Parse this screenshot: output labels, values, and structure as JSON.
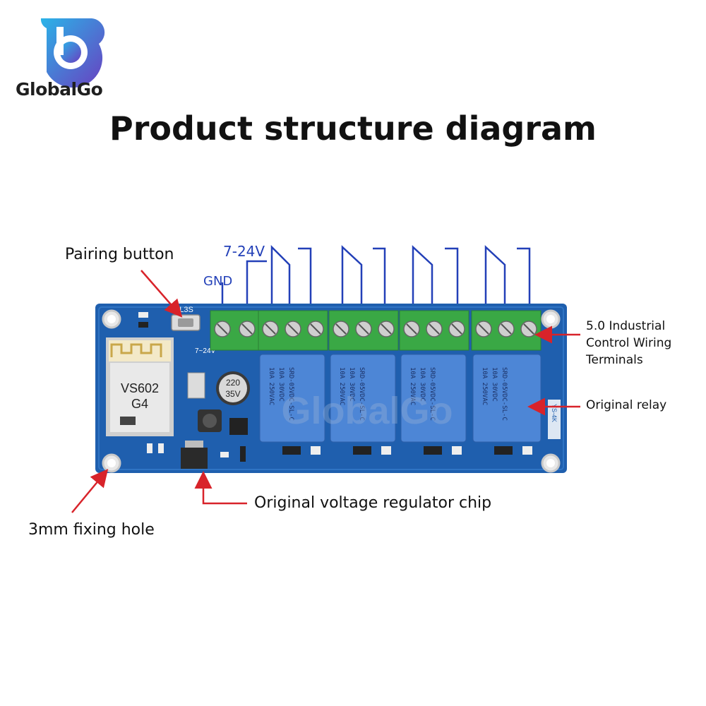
{
  "brand": {
    "name": "GlobalGo",
    "watermark": "GlobalGo"
  },
  "title": "Product structure diagram",
  "annotations": {
    "pairing_button": "Pairing button",
    "gnd": "GND",
    "voltage_in": "7-24V",
    "terminals_line1": "5.0 Industrial",
    "terminals_line2": "Control Wiring",
    "terminals_line3": "Terminals",
    "relay": "Original relay",
    "regulator": "Original voltage regulator chip",
    "fixing_hole": "3mm fixing hole"
  },
  "board": {
    "module_line1": "VS602",
    "module_line2": "G4",
    "cap_label_1": "220",
    "cap_label_2": "35V",
    "silk_power": "7~24V",
    "silk_button": "L3S",
    "silk_version": "YS-4K",
    "relay_lines": [
      "10A 250VAC",
      "10A 30VDC",
      "SRD-05VDC-SL-C"
    ]
  },
  "colors": {
    "pcb": "#1f5fae",
    "terminal": "#3aa845",
    "relay": "#4d86d6",
    "arrow": "#d8232a",
    "wire": "#2340b8"
  }
}
